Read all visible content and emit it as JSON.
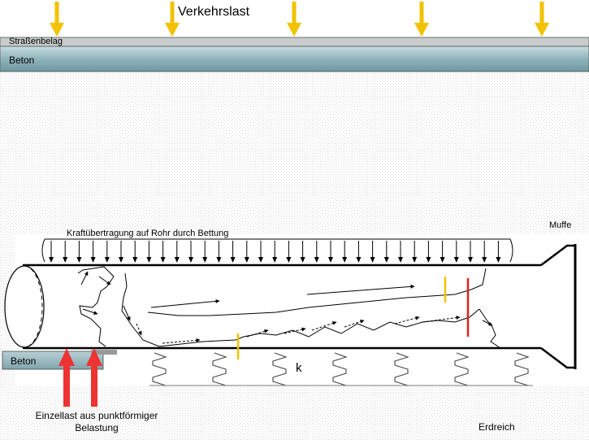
{
  "labels": {
    "traffic_load": "Verkehrslast",
    "road_surface": "Straßenbelag",
    "concrete_top": "Beton",
    "force_transfer": "Kraftübertragung auf Rohr durch Bettung",
    "socket": "Muffe",
    "concrete_bottom": "Beton",
    "stiffness": "k",
    "point_load": "Einzellast aus punktförmiger Belastung",
    "soil": "Erdreich"
  },
  "colors": {
    "traffic_arrow": "#f2c200",
    "point_load_arrow": "#ee3333",
    "crack_yellow": "#f2c200",
    "crack_red": "#dd2222",
    "concrete_band": "#8fb3ba",
    "road_band": "#c8cccc"
  }
}
